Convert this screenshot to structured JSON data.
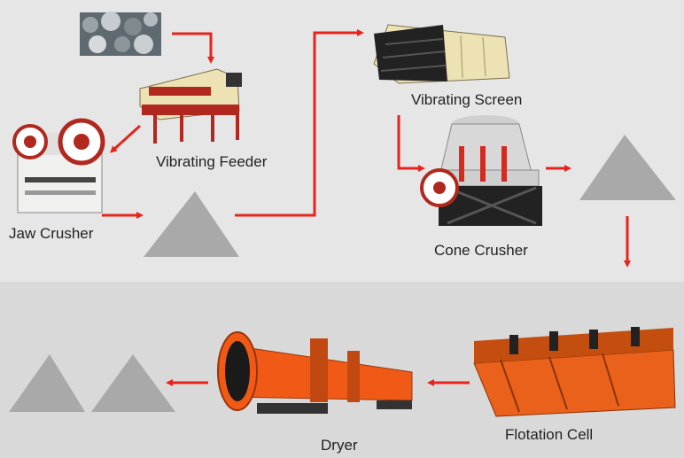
{
  "diagram": {
    "labels": {
      "vibrating_feeder": "Vibrating Feeder",
      "jaw_crusher": "Jaw Crusher",
      "vibrating_screen": "Vibrating Screen",
      "cone_crusher": "Cone Crusher",
      "flotation_cell": "Flotation Cell",
      "dryer": "Dryer"
    },
    "colors": {
      "arrow": "#e8231d",
      "pile": "#a9a9a9",
      "machine_cream": "#ede2b4",
      "machine_red": "#b0281e",
      "dryer_orange": "#f05a16",
      "flotation_orange": "#e9611a",
      "dark": "#222222"
    }
  }
}
